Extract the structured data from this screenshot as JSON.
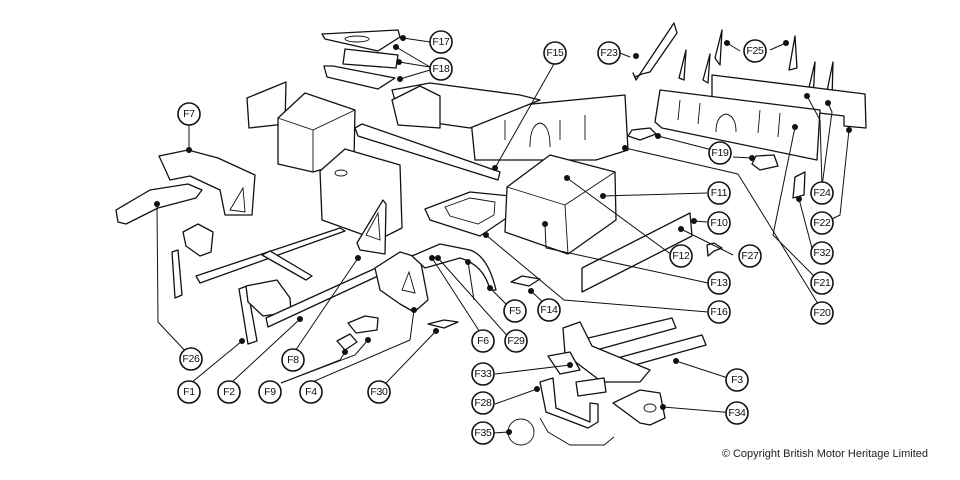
{
  "diagram": {
    "title": "Body shell / floor pan exploded parts diagram",
    "callouts": [
      {
        "id": "F1",
        "label": "F1"
      },
      {
        "id": "F2",
        "label": "F2"
      },
      {
        "id": "F3",
        "label": "F3"
      },
      {
        "id": "F4",
        "label": "F4"
      },
      {
        "id": "F5",
        "label": "F5"
      },
      {
        "id": "F6",
        "label": "F6"
      },
      {
        "id": "F7",
        "label": "F7"
      },
      {
        "id": "F8",
        "label": "F8"
      },
      {
        "id": "F9",
        "label": "F9"
      },
      {
        "id": "F10",
        "label": "F10"
      },
      {
        "id": "F11",
        "label": "F11"
      },
      {
        "id": "F12",
        "label": "F12"
      },
      {
        "id": "F13",
        "label": "F13"
      },
      {
        "id": "F14",
        "label": "F14"
      },
      {
        "id": "F15",
        "label": "F15"
      },
      {
        "id": "F16",
        "label": "F16"
      },
      {
        "id": "F17",
        "label": "F17"
      },
      {
        "id": "F18",
        "label": "F18"
      },
      {
        "id": "F19",
        "label": "F19"
      },
      {
        "id": "F20",
        "label": "F20"
      },
      {
        "id": "F21",
        "label": "F21"
      },
      {
        "id": "F22",
        "label": "F22"
      },
      {
        "id": "F23",
        "label": "F23"
      },
      {
        "id": "F24",
        "label": "F24"
      },
      {
        "id": "F25",
        "label": "F25"
      },
      {
        "id": "F26",
        "label": "F26"
      },
      {
        "id": "F27",
        "label": "F27"
      },
      {
        "id": "F28",
        "label": "F28"
      },
      {
        "id": "F29",
        "label": "F29"
      },
      {
        "id": "F30",
        "label": "F30"
      },
      {
        "id": "F32",
        "label": "F32"
      },
      {
        "id": "F33",
        "label": "F33"
      },
      {
        "id": "F34",
        "label": "F34"
      },
      {
        "id": "F35",
        "label": "F35"
      }
    ]
  },
  "footer": {
    "copyright": "© Copyright British Motor Heritage Limited"
  }
}
